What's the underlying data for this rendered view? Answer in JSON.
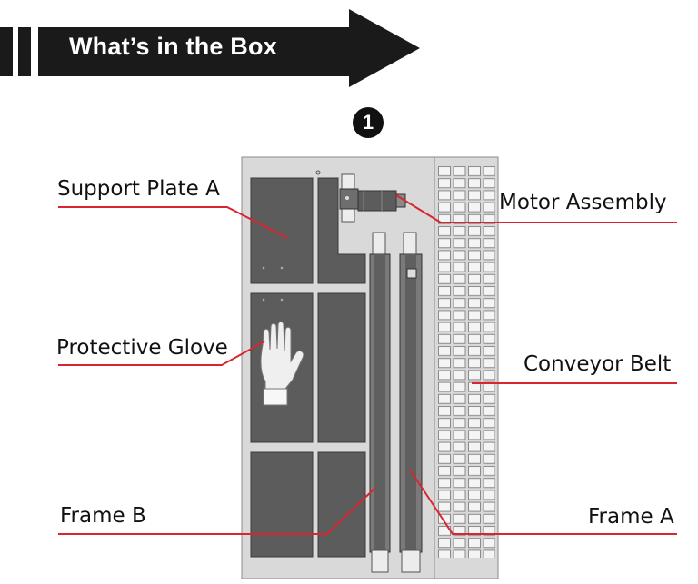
{
  "header": {
    "title": "What’s in the Box"
  },
  "step": {
    "number": "1"
  },
  "parts": {
    "support_plate_a": "Support Plate A",
    "motor_assembly": "Motor Assembly",
    "protective_glove": "Protective Glove",
    "conveyor_belt": "Conveyor Belt",
    "frame_b": "Frame B",
    "frame_a": "Frame A"
  },
  "colors": {
    "banner": "#1a1a1a",
    "callout_line": "#d8262f",
    "panel": "#d9d9d9",
    "plate": "#5a5a5a"
  }
}
